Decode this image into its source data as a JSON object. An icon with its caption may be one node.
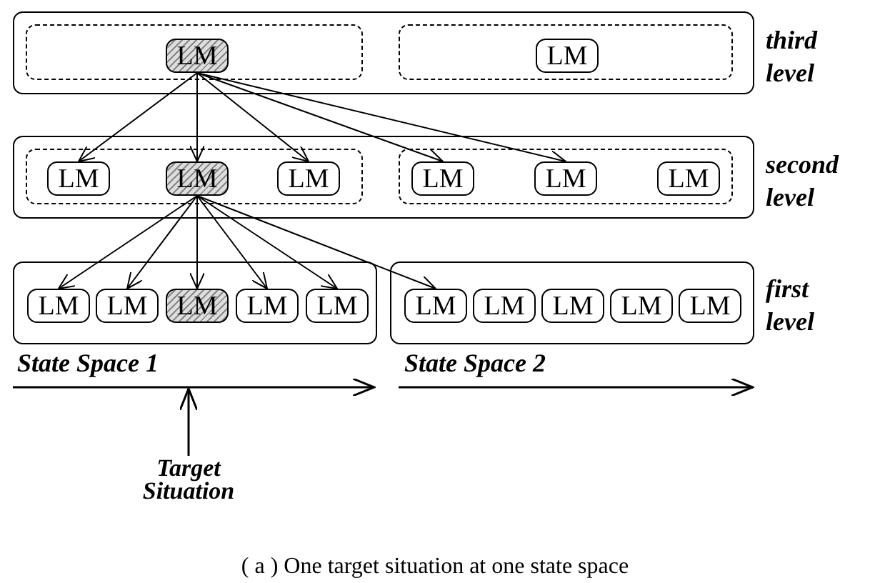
{
  "diagram": {
    "caption": "( a ) One target situation at one state space",
    "nodes": [
      {
        "text": [],
        "shape": "box"
      },
      {
        "text": [],
        "shape": "box",
        "in": 0
      },
      {
        "text": [
          "LM"
        ],
        "in": 1
      },
      {
        "text": [],
        "shape": "box",
        "in": 0
      },
      {
        "text": [
          "LM"
        ],
        "in": 3
      },
      {
        "text": [],
        "shape": "box"
      },
      {
        "text": [],
        "shape": "box",
        "in": 5
      },
      {
        "text": [
          "LM"
        ],
        "in": 6
      },
      {
        "text": [
          "LM"
        ],
        "in": 6
      },
      {
        "text": [
          "LM"
        ],
        "in": 6
      },
      {
        "text": [],
        "shape": "box",
        "in": 5
      },
      {
        "text": [
          "LM"
        ],
        "in": 10
      },
      {
        "text": [
          "LM"
        ],
        "in": 10
      },
      {
        "text": [
          "LM"
        ],
        "in": 10
      },
      {
        "text": [],
        "shape": "box"
      },
      {
        "text": [
          "LM"
        ],
        "in": 14
      },
      {
        "text": [
          "LM"
        ],
        "in": 14
      },
      {
        "text": [
          "LM"
        ],
        "in": 14
      },
      {
        "text": [
          "LM"
        ],
        "in": 14
      },
      {
        "text": [
          "LM"
        ],
        "in": 14
      },
      {
        "text": [],
        "shape": "box"
      },
      {
        "text": [
          "LM"
        ],
        "in": 20
      },
      {
        "text": [
          "LM"
        ],
        "in": 20
      },
      {
        "text": [
          "LM"
        ],
        "in": 20
      },
      {
        "text": [
          "LM"
        ],
        "in": 20
      },
      {
        "text": [
          "LM"
        ],
        "in": 20
      },
      {
        "text": [
          "Target Situation"
        ]
      }
    ],
    "edges": [
      {
        "from": 2,
        "to": 7,
        "arrow": "to"
      },
      {
        "from": 2,
        "to": 8,
        "arrow": "to"
      },
      {
        "from": 2,
        "to": 9,
        "arrow": "to"
      },
      {
        "from": 2,
        "to": 11,
        "arrow": "to"
      },
      {
        "from": 2,
        "to": 12,
        "arrow": "to"
      },
      {
        "from": 8,
        "to": 15,
        "arrow": "to"
      },
      {
        "from": 8,
        "to": 16,
        "arrow": "to"
      },
      {
        "from": 8,
        "to": 17,
        "arrow": "to"
      },
      {
        "from": 8,
        "to": 18,
        "arrow": "to"
      },
      {
        "from": 8,
        "to": 19,
        "arrow": "to"
      },
      {
        "from": 8,
        "to": 21,
        "arrow": "to"
      },
      {
        "from": 26,
        "to": null,
        "arrow": "to"
      }
    ],
    "labels": [
      "third level",
      "second level",
      "first level",
      "State Space 1",
      "State Space 2"
    ]
  }
}
